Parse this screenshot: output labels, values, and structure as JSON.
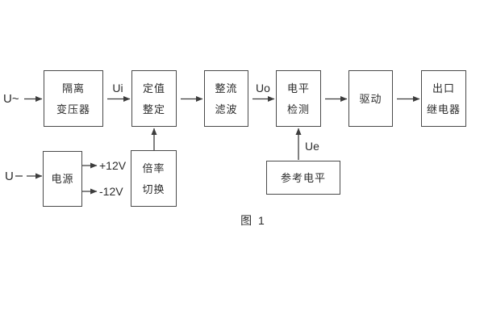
{
  "figure": {
    "caption": "图 1"
  },
  "inputs": {
    "ac": "U~",
    "dc": "U"
  },
  "signals": {
    "ui": "Ui",
    "uo": "Uo",
    "ue": "Ue",
    "plus12v": "+12V",
    "minus12v": "-12V"
  },
  "blocks": {
    "isolation_transformer": {
      "line1": "隔离",
      "line2": "变压器"
    },
    "setpoint_adjustment": {
      "line1": "定值",
      "line2": "整定"
    },
    "rectifier_filter": {
      "line1": "整流",
      "line2": "滤波"
    },
    "level_detection": {
      "line1": "电平",
      "line2": "检测"
    },
    "driver": {
      "line1": "驱动"
    },
    "output_relay": {
      "line1": "出口",
      "line2": "继电器"
    },
    "power_supply": {
      "line1": "电源"
    },
    "ratio_switching": {
      "line1": "倍率",
      "line2": "切换"
    },
    "reference_level": {
      "line1": "参考电平"
    }
  },
  "colors": {
    "line": "#3d3d3d",
    "border": "#4a4a4a",
    "text": "#2c2c2c",
    "background": "#ffffff"
  }
}
